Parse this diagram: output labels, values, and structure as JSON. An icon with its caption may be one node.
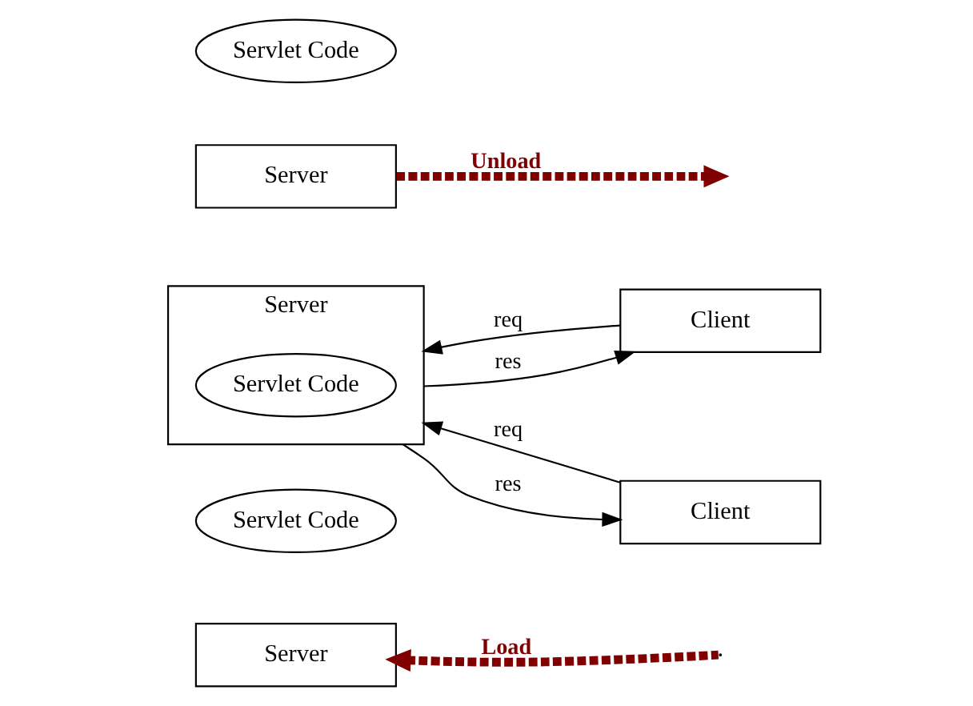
{
  "diagram": {
    "nodes": [
      {
        "text": [
          "Server"
        ]
      },
      {
        "text": [
          "Servlet Code"
        ]
      },
      {
        "text": [
          "Server"
        ]
      },
      {
        "text": [
          "Servlet Code"
        ],
        "in": 2
      },
      {
        "text": [
          "Client"
        ]
      },
      {
        "text": [
          "Client"
        ]
      },
      {
        "text": [
          "Server"
        ]
      },
      {
        "text": [
          "Servlet Code"
        ]
      }
    ],
    "edges": [
      {
        "from": null,
        "to": 0,
        "arrow": "to",
        "label": "Load",
        "style": "dashed",
        "color": "#800000"
      },
      {
        "from": 4,
        "to": 2,
        "arrow": "to",
        "label": "req"
      },
      {
        "from": 2,
        "to": 4,
        "arrow": "to",
        "label": "res"
      },
      {
        "from": 5,
        "to": 2,
        "arrow": "to",
        "label": "req"
      },
      {
        "from": 2,
        "to": 5,
        "arrow": "to",
        "label": "res"
      },
      {
        "from": 6,
        "to": null,
        "arrow": "to",
        "label": "Unload",
        "style": "dashed",
        "color": "#800000"
      }
    ]
  }
}
